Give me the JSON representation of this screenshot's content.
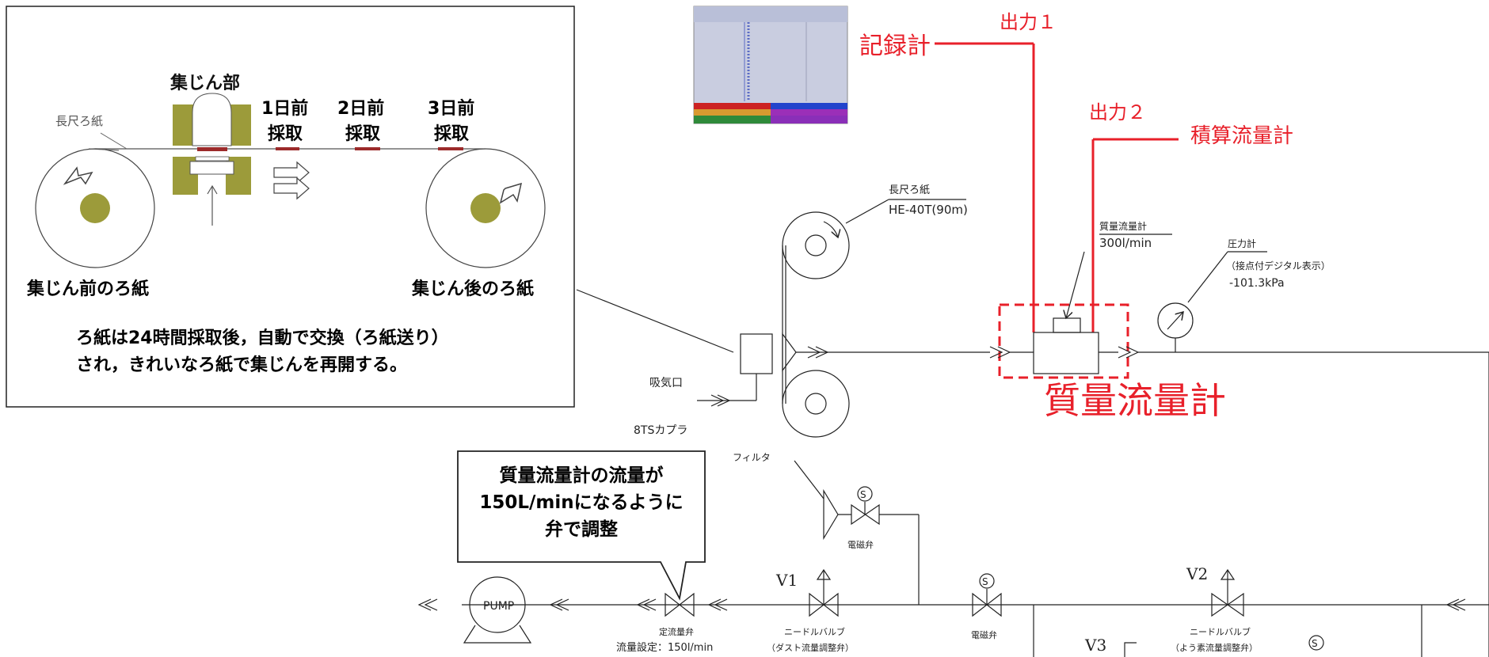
{
  "colors": {
    "red": "#e8202a",
    "olive": "#9c9b3a",
    "filter_red": "#9c2a2a"
  },
  "inset": {
    "dust_collector_label": "集じん部",
    "long_filter_label": "長尺ろ紙",
    "day1_label": [
      "1日前",
      "採取"
    ],
    "day2_label": [
      "2日前",
      "採取"
    ],
    "day3_label": [
      "3日前",
      "採取"
    ],
    "before_label": "集じん前のろ紙",
    "after_label": "集じん後のろ紙",
    "description": [
      "ろ紙は24時間採取後，自動で交換（ろ紙送り）",
      "され，きれいなろ紙で集じんを再開する。"
    ]
  },
  "callouts": {
    "recorder": "記録計",
    "output1": "出力１",
    "output2": "出力２",
    "integrator": "積算流量計",
    "mass_flow_big": "質量流量計"
  },
  "schematic": {
    "long_filter": "長尺ろ紙",
    "long_filter_model": "HE-40T(90m)",
    "mass_flow_meter": "質量流量計",
    "mass_flow_range": "300l/min",
    "pressure_gauge": "圧力計",
    "pressure_note": "（接点付デジタル表示）",
    "pressure_value": "-101.3kPa",
    "intake": "吸気口",
    "coupler": "8TSカプラ",
    "filter": "フィルタ",
    "solenoid_valve": "電磁弁",
    "v1": "V1",
    "v2": "V2",
    "v3": "V3",
    "needle_valve": "ニードルバルブ",
    "dust_flow_adjust": "（ダスト流量調整弁）",
    "iodine_flow_adjust": "（よう素流量調整弁）",
    "constant_flow_valve": "定流量弁",
    "flow_setting": "流量設定：150l/min",
    "pump": "PUMP",
    "s_mark": "S"
  },
  "speech_bubble": [
    "質量流量計の流量が",
    "150L/minになるように",
    "弁で調整"
  ]
}
